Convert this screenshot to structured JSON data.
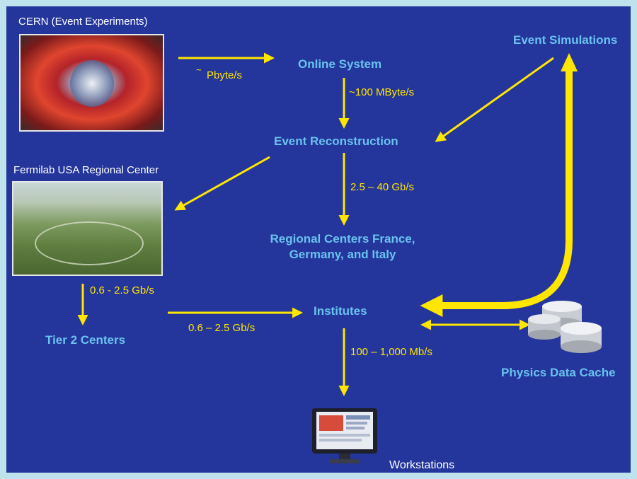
{
  "labels": {
    "cern": "CERN (Event Experiments)",
    "fermilab": "Fermilab USA Regional Center",
    "workstations": "Workstations"
  },
  "nodes": {
    "online_system": "Online System",
    "event_reconstruction": "Event Reconstruction",
    "event_simulations": "Event Simulations",
    "regional_centers_line1": "Regional Centers France,",
    "regional_centers_line2": "Germany, and Italy",
    "institutes": "Institutes",
    "tier2": "Tier 2 Centers",
    "physics_cache": "Physics Data Cache"
  },
  "rates": {
    "cern_to_online_tilde": "~",
    "cern_to_online": "Pbyte/s",
    "online_to_reco": "~100 MByte/s",
    "reco_to_regional": "2.5 – 40 Gb/s",
    "fermilab_to_tier2": "0.6 - 2.5 Gb/s",
    "fermilab_to_institutes": "0.6 – 2.5 Gb/s",
    "institutes_to_workstations": "100 – 1,000 Mb/s"
  },
  "colors": {
    "background": "#24359b",
    "frame": "#bfe3ec",
    "node_text": "#69c3ee",
    "arrow": "#ffe600"
  },
  "icons": {
    "cern_image": "particle-detector-photo",
    "fermilab_image": "aerial-accelerator-ring-photo",
    "cache_icon": "database-cylinders-icon",
    "workstation_icon": "monitor-icon"
  }
}
